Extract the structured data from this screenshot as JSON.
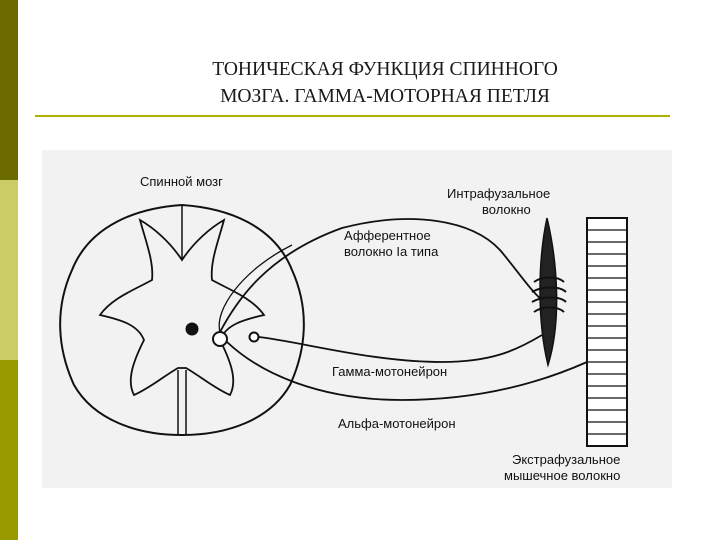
{
  "slide": {
    "title_line1": "ТОНИЧЕСКАЯ ФУНКЦИЯ СПИННОГО",
    "title_line2": "МОЗГА. ГАММА-МОТОРНАЯ ПЕТЛЯ"
  },
  "diagram": {
    "labels": {
      "spinal_cord": "Спинной мозг",
      "intrafusal_1": "Интрафузальное",
      "intrafusal_2": "волокно",
      "afferent_1": "Афферентное",
      "afferent_2": "волокно Ia типа",
      "gamma": "Гамма-мотонейрон",
      "alpha": "Альфа-мотонейрон",
      "extrafusal_1": "Экстрафузальное",
      "extrafusal_2": "мышечное волокно"
    }
  },
  "colors": {
    "sidebar_dark": "#6b6b00",
    "sidebar_light": "#cccc66",
    "sidebar_mid": "#999900",
    "rule": "#b0b000",
    "figure_bg": "#f2f2f2"
  }
}
